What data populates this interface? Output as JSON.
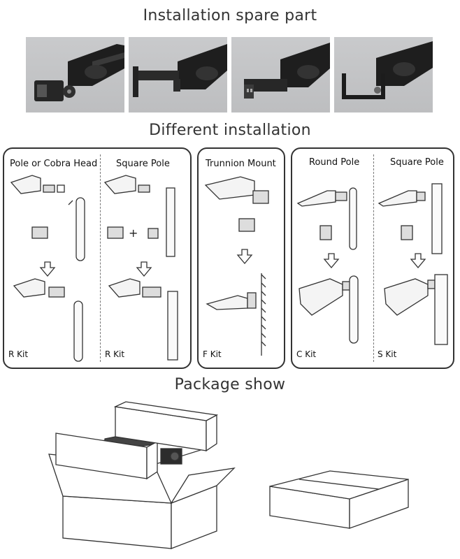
{
  "titles": {
    "spare_part": "Installation spare part",
    "different": "Different installation",
    "package": "Package show"
  },
  "panels": {
    "r": {
      "col1": "Pole or Cobra Head",
      "col2": "Square Pole",
      "kit1": "R Kit",
      "kit2": "R Kit"
    },
    "f": {
      "col1": "Trunnion Mount",
      "kit1": "F Kit"
    },
    "cs": {
      "col1": "Round Pole",
      "col2": "Square Pole",
      "kit1": "C Kit",
      "kit2": "S Kit"
    }
  },
  "icons": {
    "arrow": "down-arrow-icon",
    "plus": "+"
  },
  "colors": {
    "fixture_dark": "#2a2a2a",
    "photo_bg": "#c4c5c7",
    "line": "#333333"
  }
}
